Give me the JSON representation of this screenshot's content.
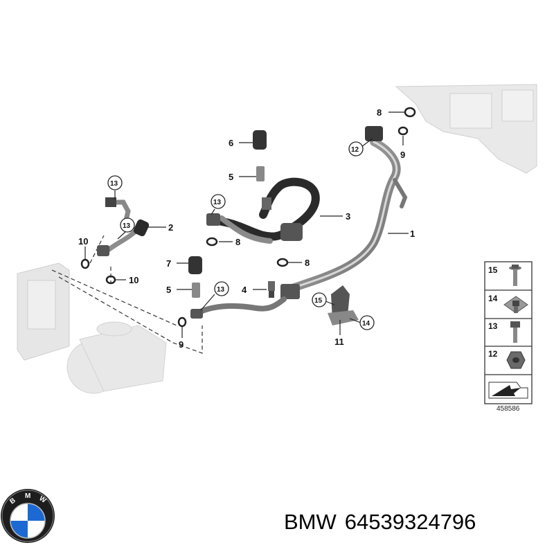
{
  "diagram": {
    "callouts": [
      "1",
      "2",
      "3",
      "4",
      "5",
      "6",
      "7",
      "8",
      "9",
      "10",
      "11",
      "12",
      "13",
      "14",
      "15"
    ],
    "figure_number": "458586",
    "legend": [
      {
        "num": "15",
        "icon": "bolt-with-washer-icon"
      },
      {
        "num": "14",
        "icon": "clip-nut-icon"
      },
      {
        "num": "13",
        "icon": "hex-bolt-icon"
      },
      {
        "num": "12",
        "icon": "hex-nut-icon"
      },
      {
        "num": "",
        "icon": "arrow-icon"
      }
    ]
  },
  "footer": {
    "brand": "BMW",
    "part_number": "64539324796",
    "logo_letters": "BMW"
  },
  "colors": {
    "pipe_dark": "#2a2a2a",
    "pipe_light": "#8c8c8c",
    "ghost_part": "#e2e2e2",
    "bmw_blue": "#1c69d4"
  }
}
